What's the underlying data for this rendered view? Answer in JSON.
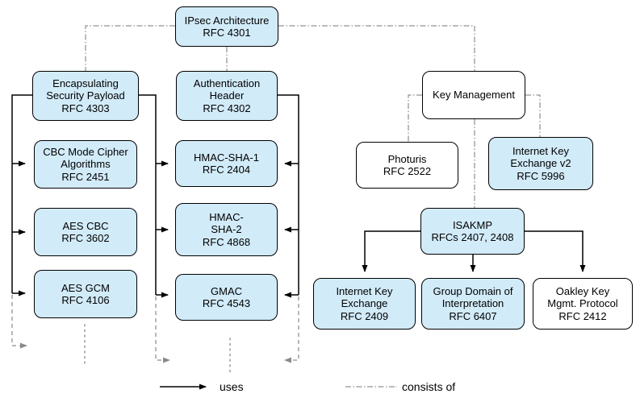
{
  "nodes": {
    "ipsec": {
      "lines": [
        "IPsec Architecture",
        "RFC 4301"
      ]
    },
    "esp": {
      "lines": [
        "Encapsulating",
        "Security Payload",
        "RFC 4303"
      ]
    },
    "ah": {
      "lines": [
        "Authentication",
        "Header",
        "RFC 4302"
      ]
    },
    "key_management": {
      "lines": [
        "Key Management"
      ]
    },
    "cbc": {
      "lines": [
        "CBC Mode Cipher",
        "Algorithms",
        "RFC 2451"
      ]
    },
    "aes_cbc": {
      "lines": [
        "AES CBC",
        "RFC 3602"
      ]
    },
    "aes_gcm": {
      "lines": [
        "AES GCM",
        "RFC 4106"
      ]
    },
    "hmac_sha1": {
      "lines": [
        "HMAC-SHA-1",
        "RFC 2404"
      ]
    },
    "hmac_sha2": {
      "lines": [
        "HMAC-",
        "SHA-2",
        "RFC 4868"
      ]
    },
    "gmac": {
      "lines": [
        "GMAC",
        "RFC 4543"
      ]
    },
    "photuris": {
      "lines": [
        "Photuris",
        "RFC 2522"
      ]
    },
    "ikev2": {
      "lines": [
        "Internet Key",
        "Exchange v2",
        "RFC 5996"
      ]
    },
    "isakmp": {
      "lines": [
        "ISAKMP",
        "RFCs 2407, 2408"
      ]
    },
    "ike": {
      "lines": [
        "Internet Key",
        "Exchange",
        "RFC 2409"
      ]
    },
    "gdoi": {
      "lines": [
        "Group Domain of",
        "Interpretation",
        "RFC 6407"
      ]
    },
    "oakley": {
      "lines": [
        "Oakley Key",
        "Mgmt. Protocol",
        "RFC 2412"
      ]
    }
  },
  "legend": {
    "uses_label": "uses",
    "consists_of_label": "consists of"
  },
  "colors": {
    "node_fill_blue": "#d2ebf9",
    "node_fill_white": "#ffffff",
    "node_border": "#000000",
    "uses_line": "#000000",
    "consists_of_line": "#777777",
    "continuation_line": "#999999"
  }
}
